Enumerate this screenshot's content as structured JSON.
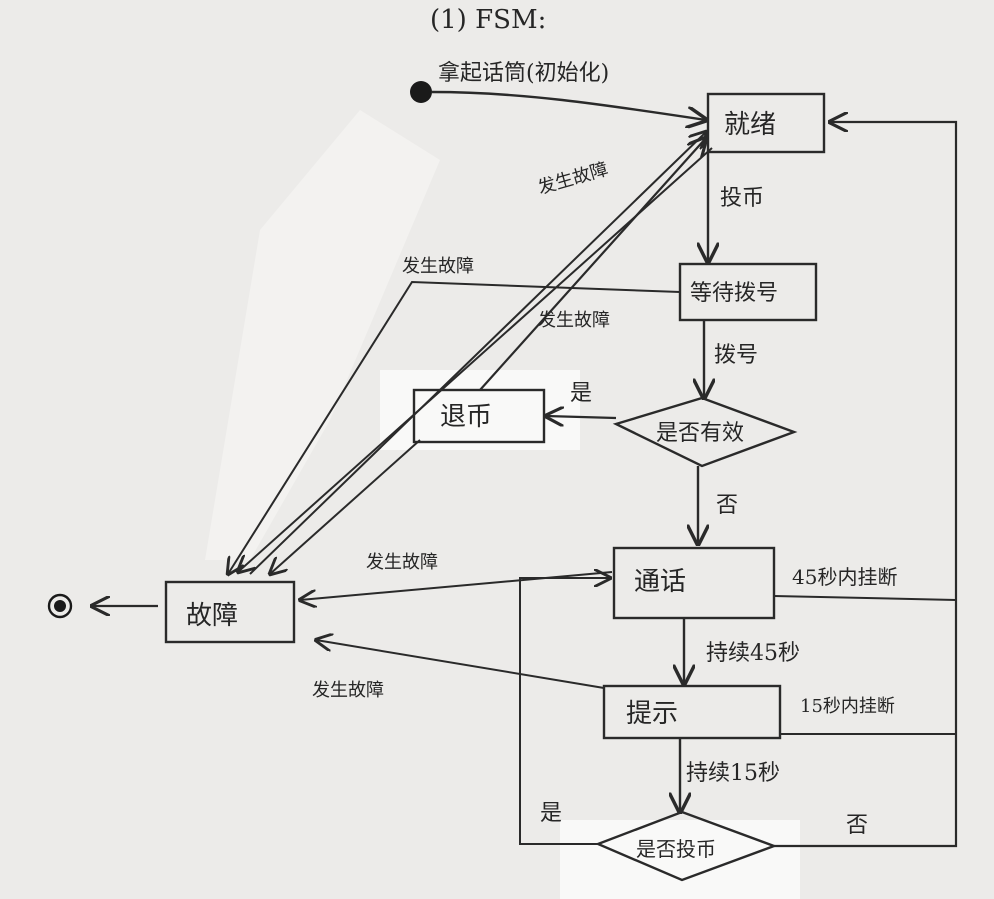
{
  "title": "(1) FSM:",
  "states": {
    "idle": "就绪",
    "wait_dial": "等待拨号",
    "decision_valid": "是否有效",
    "refund": "退币",
    "call": "通话",
    "prompt": "提示",
    "decision_refund": "是否投币",
    "fault": "故障"
  },
  "transitions": {
    "pickup": "拿起话筒(初始化)",
    "insert_coin": "投币",
    "dial": "拨号",
    "yes_refund": "是",
    "no_valid": "否",
    "fault_from_idle": "发生故障",
    "fault_from_wait": "发生故障",
    "fault_from_wait_2": "发生故障",
    "fault_from_call": "发生故障",
    "fault_from_prompt": "发生故障",
    "hangup_45": "45秒内挂断",
    "continue_45": "持续45秒",
    "hangup_15": "15秒内挂断",
    "continue_15": "持续15秒",
    "yes_coin": "是",
    "no_coin": "否"
  }
}
